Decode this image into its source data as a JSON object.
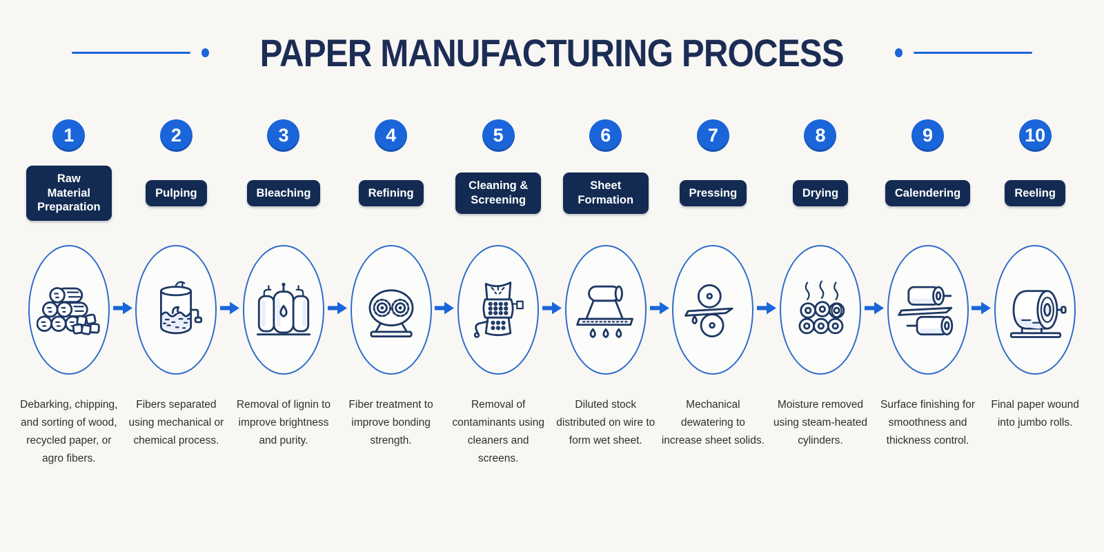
{
  "header": {
    "title": "PAPER MANUFACTURING PROCESS"
  },
  "colors": {
    "accent_blue": "#1a65da",
    "navy_box": "#132b52",
    "title_navy": "#1c2d55",
    "ellipse_stroke": "#2e6ccc",
    "icon_stroke": "#1d3864",
    "description_text": "#2e2e2e",
    "background": "#f8f7f4"
  },
  "flow": {
    "arrow_icon": "right-arrow",
    "arrow_count": 9
  },
  "steps": [
    {
      "number": "1",
      "label": "Raw Material Preparation",
      "icon": "logs-woodchips-icon",
      "description": "Debarking, chipping, and sorting of wood, recycled paper, or agro fibers."
    },
    {
      "number": "2",
      "label": "Pulping",
      "icon": "pulper-tank-icon",
      "description": "Fibers separated using mechanical or chemical process."
    },
    {
      "number": "3",
      "label": "Bleaching",
      "icon": "bleaching-tanks-icon",
      "description": "Removal of lignin to improve brightness and purity."
    },
    {
      "number": "4",
      "label": "Refining",
      "icon": "refiner-discs-icon",
      "description": "Fiber treatment to improve bonding strength."
    },
    {
      "number": "5",
      "label": "Cleaning & Screening",
      "icon": "screen-drum-icon",
      "description": "Removal of contaminants using cleaners and screens."
    },
    {
      "number": "6",
      "label": "Sheet Formation",
      "icon": "wire-sheet-icon",
      "description": "Diluted stock distributed on wire to form wet sheet."
    },
    {
      "number": "7",
      "label": "Pressing",
      "icon": "press-rolls-icon",
      "description": "Mechanical dewatering to increase sheet solids."
    },
    {
      "number": "8",
      "label": "Drying",
      "icon": "drying-cylinders-icon",
      "description": "Moisture removed using steam-heated cylinders."
    },
    {
      "number": "9",
      "label": "Calendering",
      "icon": "calender-rolls-icon",
      "description": "Surface finishing for smoothness and thickness control."
    },
    {
      "number": "10",
      "label": "Reeling",
      "icon": "jumbo-roll-icon",
      "description": "Final paper wound into jumbo rolls."
    }
  ]
}
